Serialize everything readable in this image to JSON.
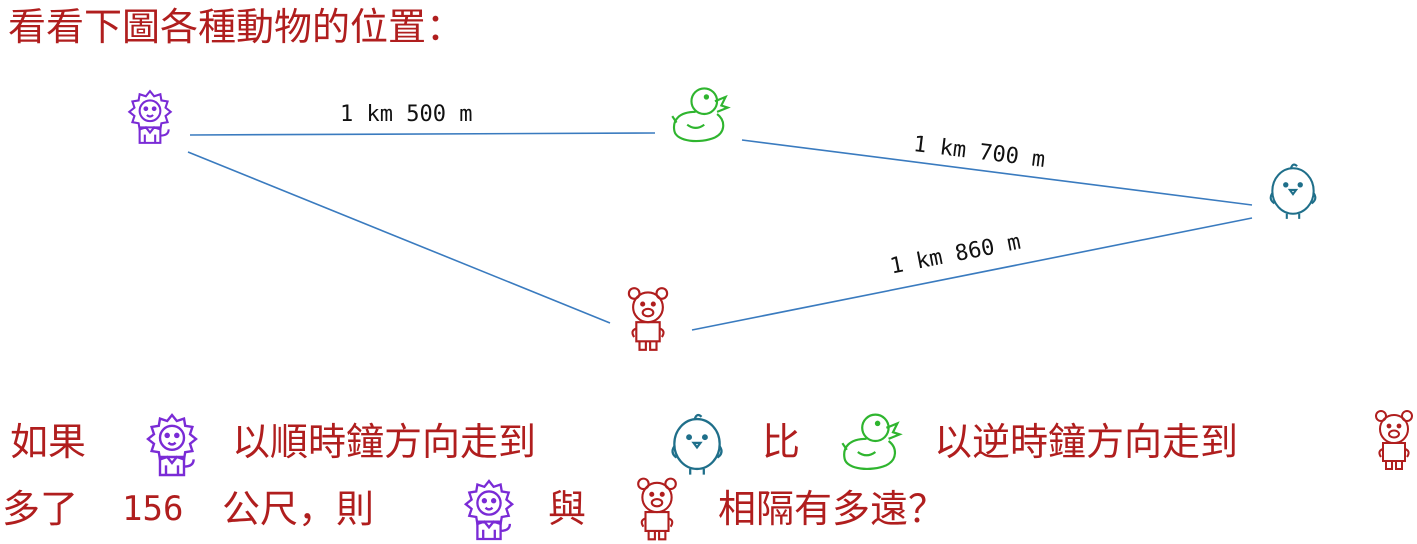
{
  "header": {
    "title": "看看下圖各種動物的位置："
  },
  "diagram": {
    "animals": [
      {
        "id": "lion",
        "icon": "lion-icon",
        "color": "#7a2bd6"
      },
      {
        "id": "duck",
        "icon": "duck-icon",
        "color": "#2fb52f"
      },
      {
        "id": "chick",
        "icon": "chick-icon",
        "color": "#1f6f8a"
      },
      {
        "id": "bear",
        "icon": "bear-icon",
        "color": "#b01e1e"
      }
    ],
    "distances": {
      "lion_duck": "1 km  500 m",
      "duck_chick": "1 km  700 m",
      "bear_chick": "1 km  860 m"
    },
    "line_color": "#3a7bbf"
  },
  "question": {
    "part1": "如果",
    "part2": "以順時鐘方向走到",
    "part3": "比",
    "part4": "以逆時鐘方向走到",
    "part5": "多了",
    "number": "156",
    "part6": "公尺，則",
    "part7": "與",
    "part8": "相隔有多遠？",
    "text_color": "#b01e1e"
  }
}
